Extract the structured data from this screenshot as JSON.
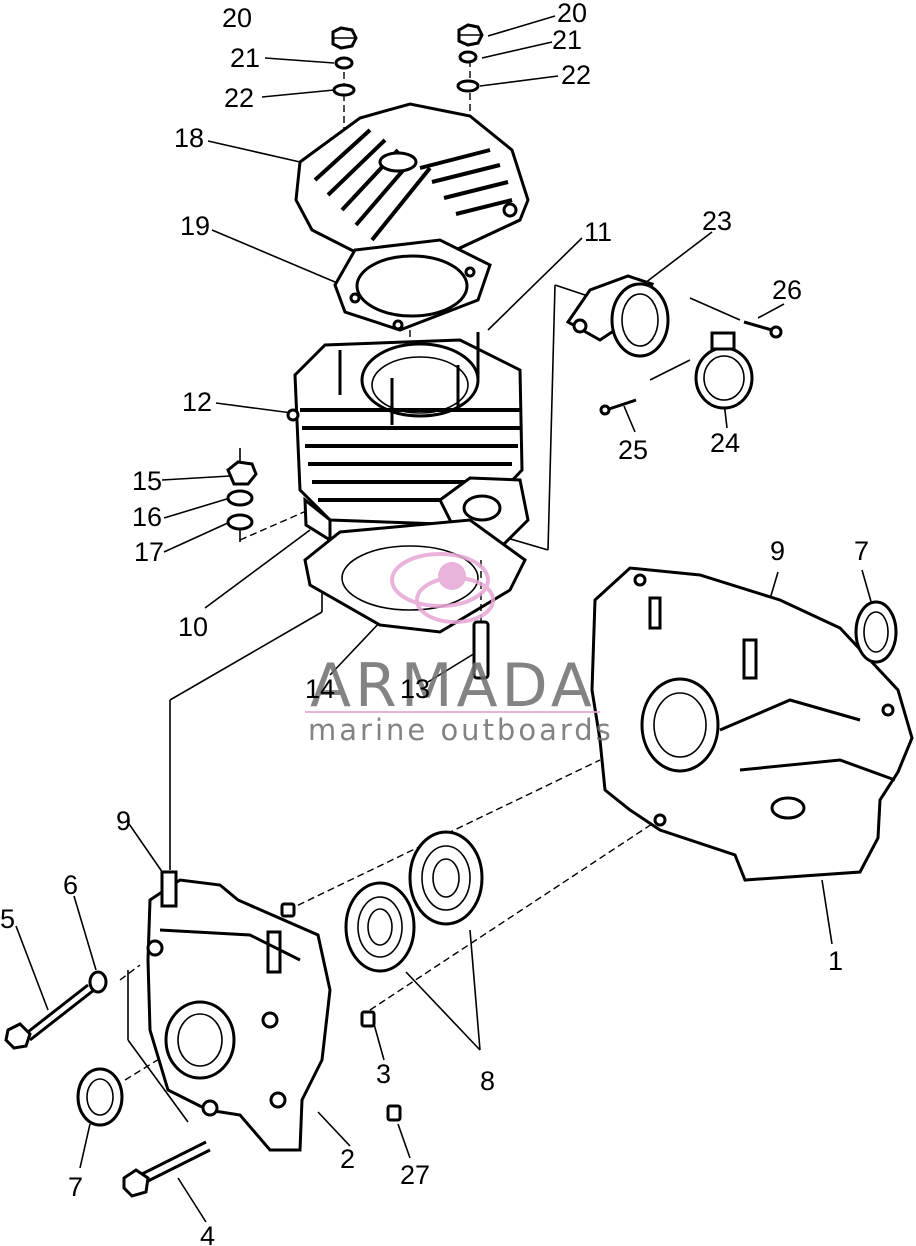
{
  "watermark": {
    "brand": "ARMADA",
    "tagline": "marine outboards",
    "accent_color": "#e6a6d6"
  },
  "callouts": {
    "c20a": "20",
    "c20b": "20",
    "c21a": "21",
    "c21b": "21",
    "c22a": "22",
    "c22b": "22",
    "c18": "18",
    "c19": "19",
    "c11": "11",
    "c23": "23",
    "c26": "26",
    "c12": "12",
    "c25": "25",
    "c24": "24",
    "c15": "15",
    "c16": "16",
    "c17": "17",
    "c10": "10",
    "c9a": "9",
    "c7a": "7",
    "c14": "14",
    "c13": "13",
    "c9b": "9",
    "c6": "6",
    "c5": "5",
    "c1": "1",
    "c3": "3",
    "c8": "8",
    "c7b": "7",
    "c2": "2",
    "c27": "27",
    "c4": "4"
  }
}
